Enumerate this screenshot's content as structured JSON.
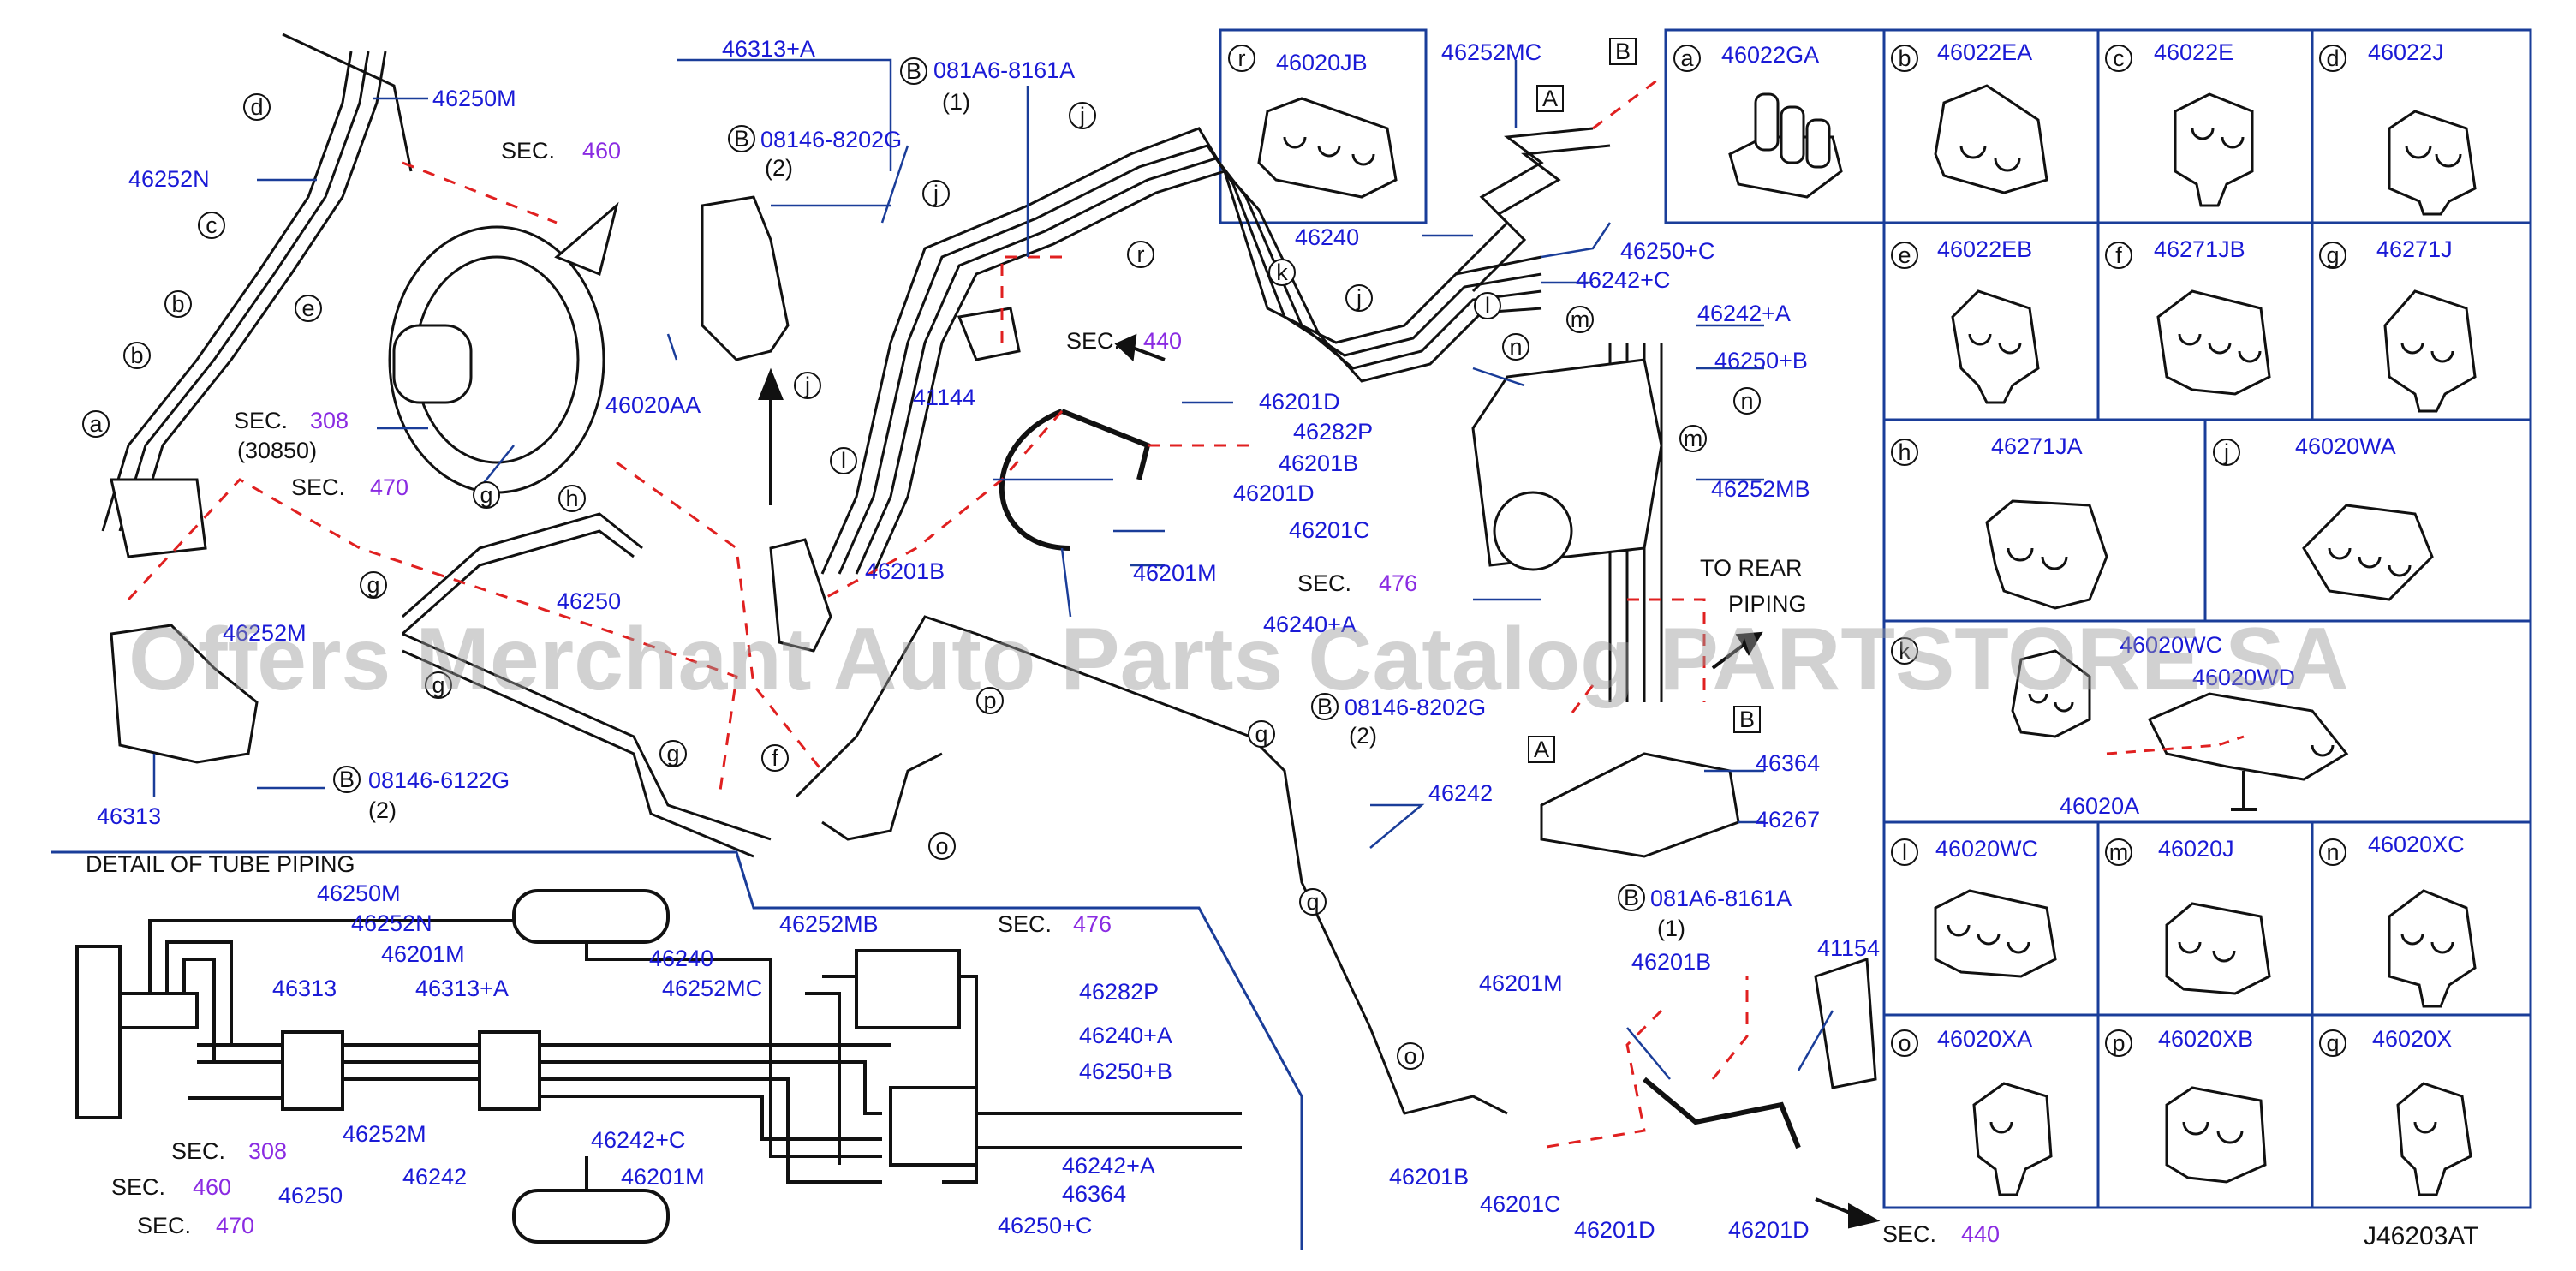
{
  "diagram_code": "J46203AT",
  "watermark": "Offers Merchant Auto Parts Catalog PARTSTORE.SA",
  "detail_title": "DETAIL OF TUBE PIPING",
  "bolt_letter": "B",
  "to_rear_line1": "TO REAR",
  "to_rear_line2": "PIPING",
  "main_labels": {
    "l_46250M": "46250M",
    "l_46252N": "46252N",
    "l_46313A": "46313+A",
    "l_081A6": "081A6-8161A",
    "l_081A6_qty": "(1)",
    "l_08146_8202G": "08146-8202G",
    "l_08146_8202G_qty": "(2)",
    "l_46252MC": "46252MC",
    "l_46240": "46240",
    "l_46250C": "46250+C",
    "l_46242C": "46242+C",
    "l_46020AA": "46020AA",
    "l_41144": "41144",
    "l_46201D": "46201D",
    "l_46282P": "46282P",
    "l_46201B": "46201B",
    "l_46201D_2": "46201D",
    "l_46201C": "46201C",
    "l_46201M": "46201M",
    "l_46201B_2": "46201B",
    "l_46242A": "46242+A",
    "l_46250B": "46250+B",
    "l_46252MB": "46252MB",
    "l_46240A": "46240+A",
    "l_08146_8202G_b": "08146-8202G",
    "l_08146_8202G_b_qty": "(2)",
    "l_46364": "46364",
    "l_46267": "46267",
    "l_46242": "46242",
    "l_46250": "46250",
    "l_46252M": "46252M",
    "l_46313": "46313",
    "l_08146_6122G": "08146-6122G",
    "l_08146_6122G_qty": "(2)",
    "l_081A6_b": "081A6-8161A",
    "l_081A6_b_qty": "(1)",
    "l_46201M_b": "46201M",
    "l_46201B_b": "46201B",
    "l_41154": "41154",
    "l_46201B_c": "46201B",
    "l_46201C_b": "46201C",
    "l_46201D_b": "46201D",
    "l_46201D_c": "46201D",
    "l_30850": "(30850)"
  },
  "sec_labels": {
    "sec_word": "SEC.",
    "s460": "460",
    "s308": "308",
    "s470": "470",
    "s440": "440",
    "s476": "476",
    "s440_b": "440"
  },
  "detail_labels": {
    "d_46250M": "46250M",
    "d_46252N": "46252N",
    "d_46201M": "46201M",
    "d_46240": "46240",
    "d_46313": "46313",
    "d_46313A": "46313+A",
    "d_46252MC": "46252MC",
    "d_46252MB": "46252MB",
    "d_sec476": "476",
    "d_46282P": "46282P",
    "d_46240A": "46240+A",
    "d_46250B": "46250+B",
    "d_sec308": "308",
    "d_46252M": "46252M",
    "d_46242C": "46242+C",
    "d_46242A": "46242+A",
    "d_sec460": "460",
    "d_46250": "46250",
    "d_46242": "46242",
    "d_46201M_b": "46201M",
    "d_46364": "46364",
    "d_sec470": "470",
    "d_46250C": "46250+C"
  },
  "clip_legend": [
    {
      "letter": "a",
      "part": "46022GA"
    },
    {
      "letter": "b",
      "part": "46022EA"
    },
    {
      "letter": "c",
      "part": "46022E"
    },
    {
      "letter": "d",
      "part": "46022J"
    },
    {
      "letter": "e",
      "part": "46022EB"
    },
    {
      "letter": "f",
      "part": "46271JB"
    },
    {
      "letter": "g",
      "part": "46271J"
    },
    {
      "letter": "h",
      "part": "46271JA"
    },
    {
      "letter": "j",
      "part": "46020WA"
    },
    {
      "letter": "k",
      "part": "46020WC"
    },
    {
      "letter": "",
      "part": "46020WD"
    },
    {
      "letter": "",
      "part": "46020A"
    },
    {
      "letter": "l",
      "part": "46020WC"
    },
    {
      "letter": "m",
      "part": "46020J"
    },
    {
      "letter": "n",
      "part": "46020XC"
    },
    {
      "letter": "o",
      "part": "46020XA"
    },
    {
      "letter": "p",
      "part": "46020XB"
    },
    {
      "letter": "q",
      "part": "46020X"
    },
    {
      "letter": "r",
      "part": "46020JB"
    }
  ],
  "callout_letters": [
    "a",
    "b",
    "c",
    "d",
    "e",
    "f",
    "g",
    "h",
    "j",
    "k",
    "l",
    "m",
    "n",
    "o",
    "p",
    "q",
    "r"
  ],
  "view_markers": {
    "A": "A",
    "B": "B"
  },
  "colors": {
    "label": "#1a1ad6",
    "sec": "#8a2be2",
    "leader": "#1a3d99",
    "dash": "#e02020",
    "line": "#111111"
  }
}
